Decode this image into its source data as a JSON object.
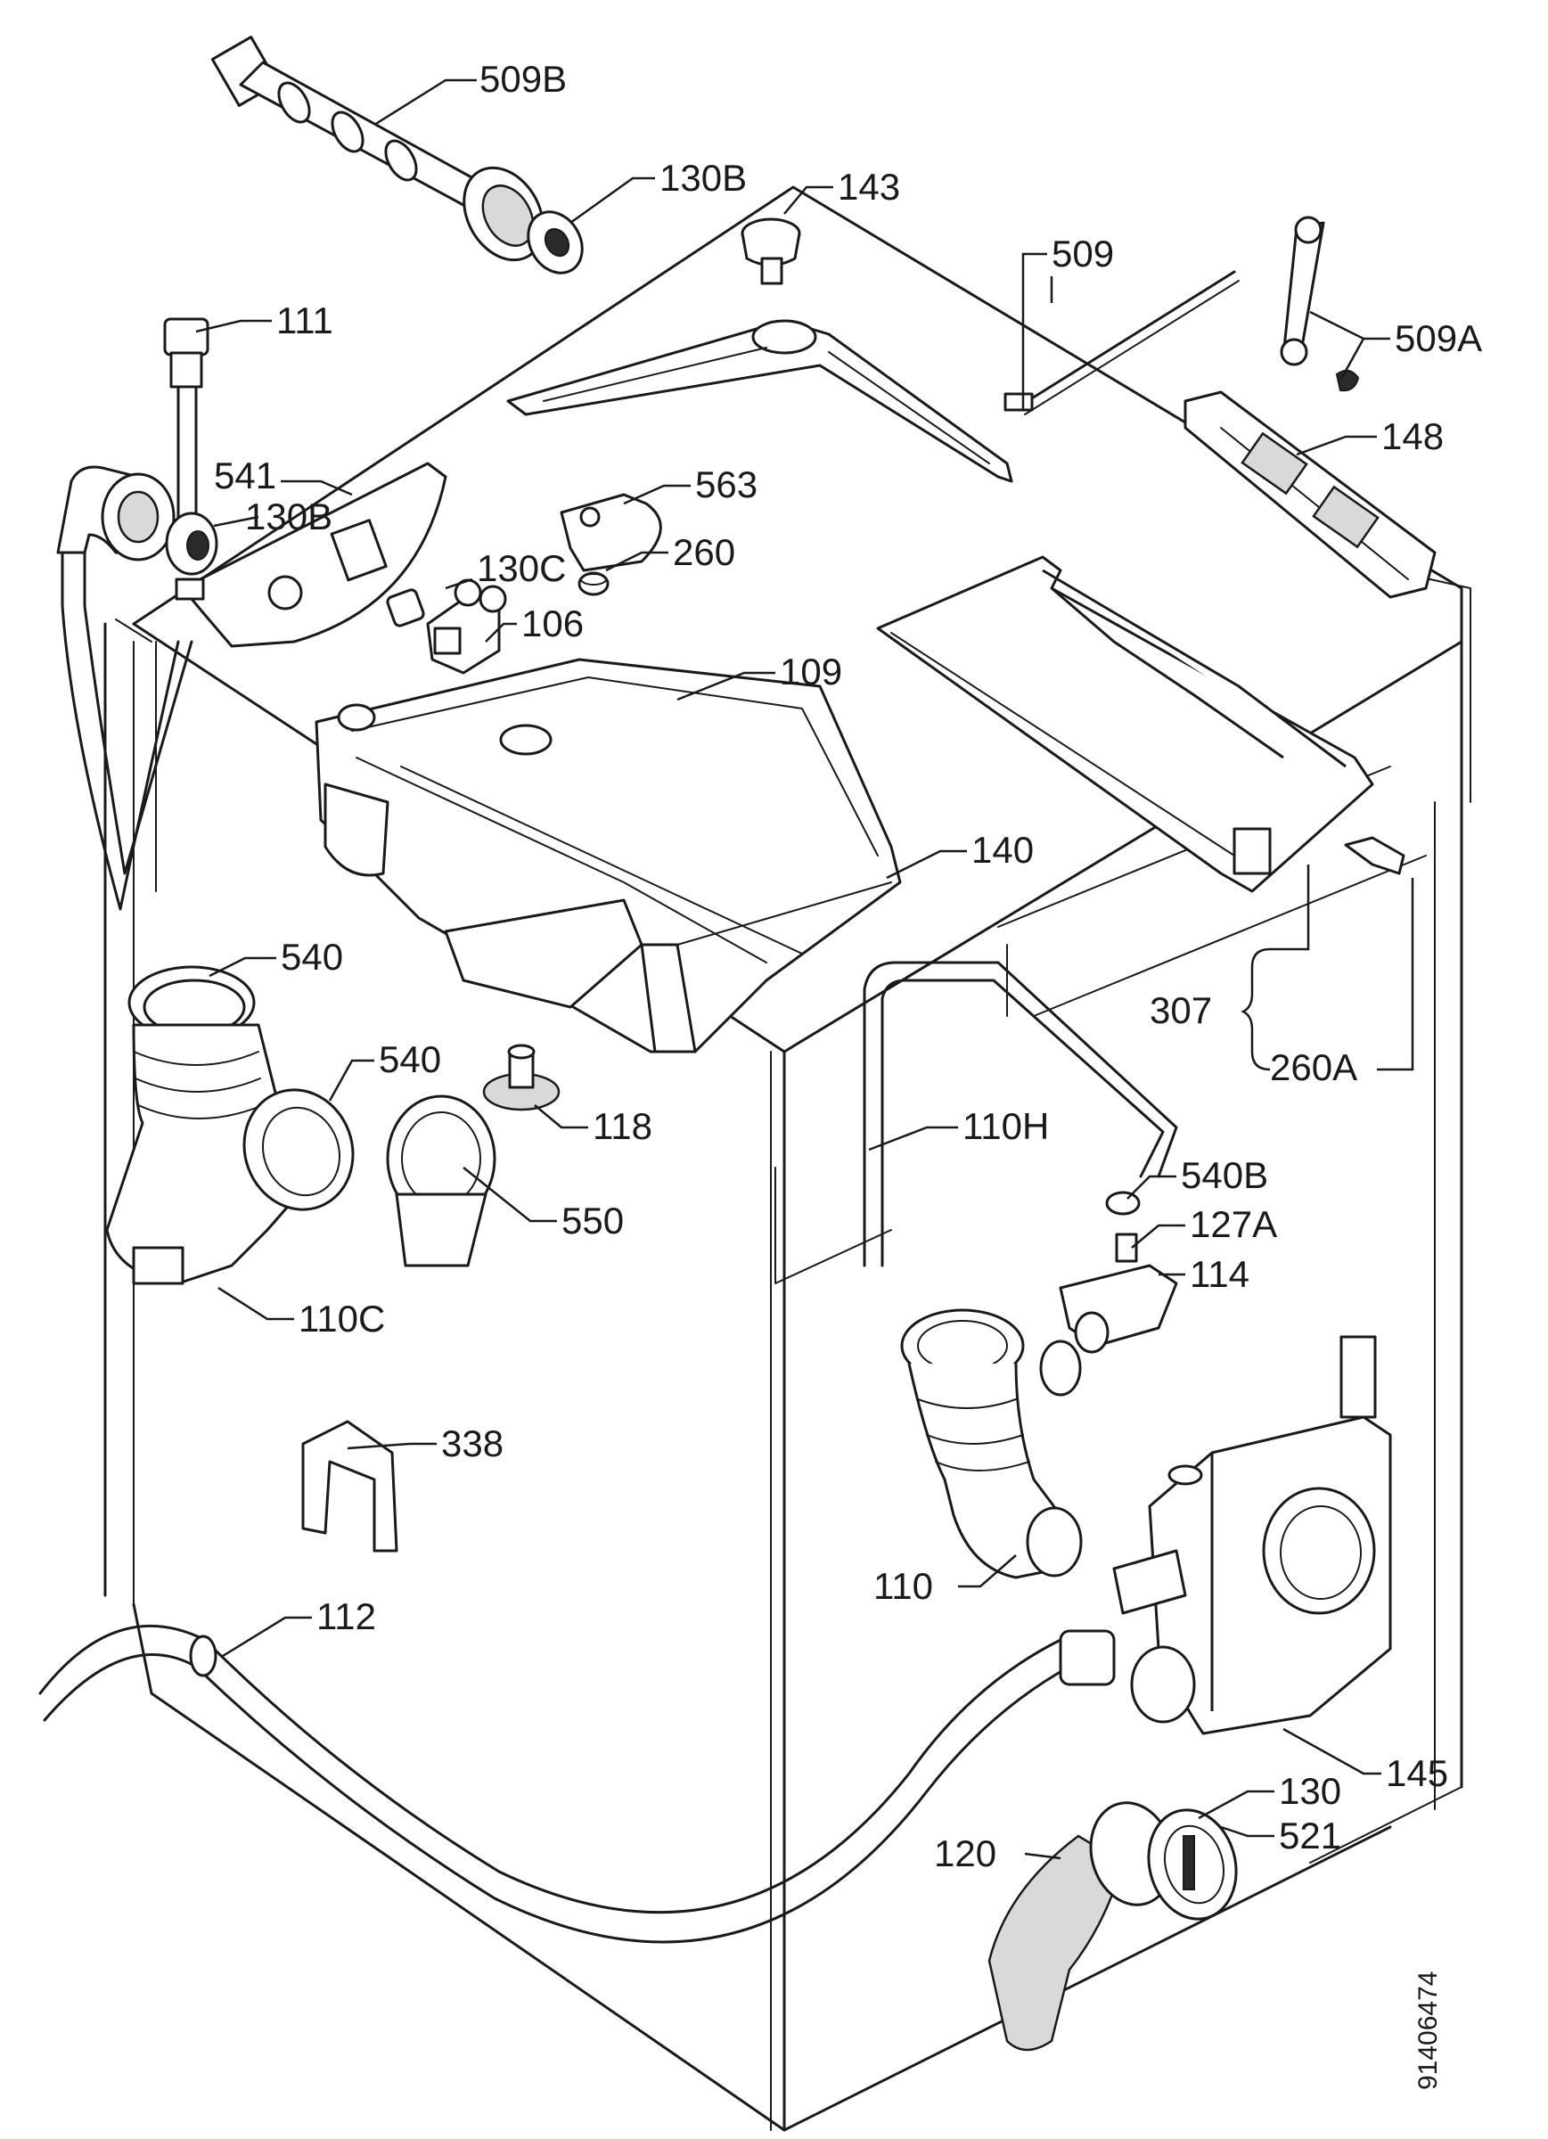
{
  "labels": {
    "l509B": "509B",
    "l130B_top": "130B",
    "l143": "143",
    "l111": "111",
    "l509": "509",
    "l509A": "509A",
    "l148": "148",
    "l541": "541",
    "l130B_mid": "130B",
    "l563": "563",
    "l130C": "130C",
    "l260": "260",
    "l106": "106",
    "l109": "109",
    "l140": "140",
    "l540_top": "540",
    "l540_mid": "540",
    "l307": "307",
    "l260A": "260A",
    "l118": "118",
    "l110H": "110H",
    "l550": "550",
    "l540B": "540B",
    "l127A": "127A",
    "l114": "114",
    "l110C": "110C",
    "l338": "338",
    "l110": "110",
    "l112": "112",
    "l145": "145",
    "l130": "130",
    "l120": "120",
    "l521": "521"
  },
  "drawing_code": "91406474"
}
